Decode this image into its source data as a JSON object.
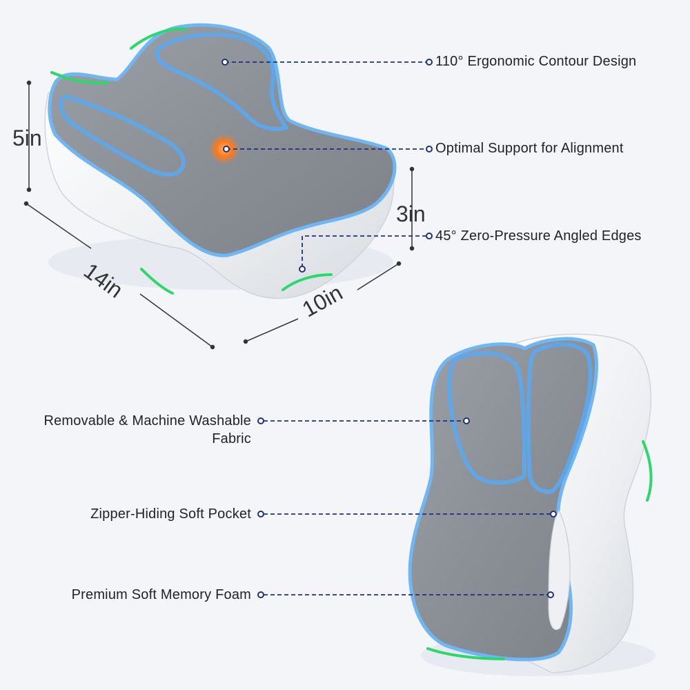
{
  "features_top": {
    "contour": "110° Ergonomic Contour Design",
    "support": "Optimal Support for Alignment",
    "edges": "45° Zero-Pressure Angled Edges"
  },
  "features_bottom": {
    "fabric_line1": "Removable & Machine Washable",
    "fabric_line2": "Fabric",
    "pocket": "Zipper-Hiding Soft Pocket",
    "foam": "Premium Soft Memory Foam"
  },
  "dimensions": {
    "height": "5in",
    "edge_height": "3in",
    "length": "14in",
    "width": "10in"
  },
  "colors": {
    "background": "#f3f5f9",
    "leader_line": "#1f2f7a",
    "accent_green": "#2bd86b",
    "accent_blue": "#5aa9f0",
    "hotspot": "#ff7a1a",
    "fabric_grey": "#8f959c",
    "shell_white": "#f6f6f6"
  }
}
